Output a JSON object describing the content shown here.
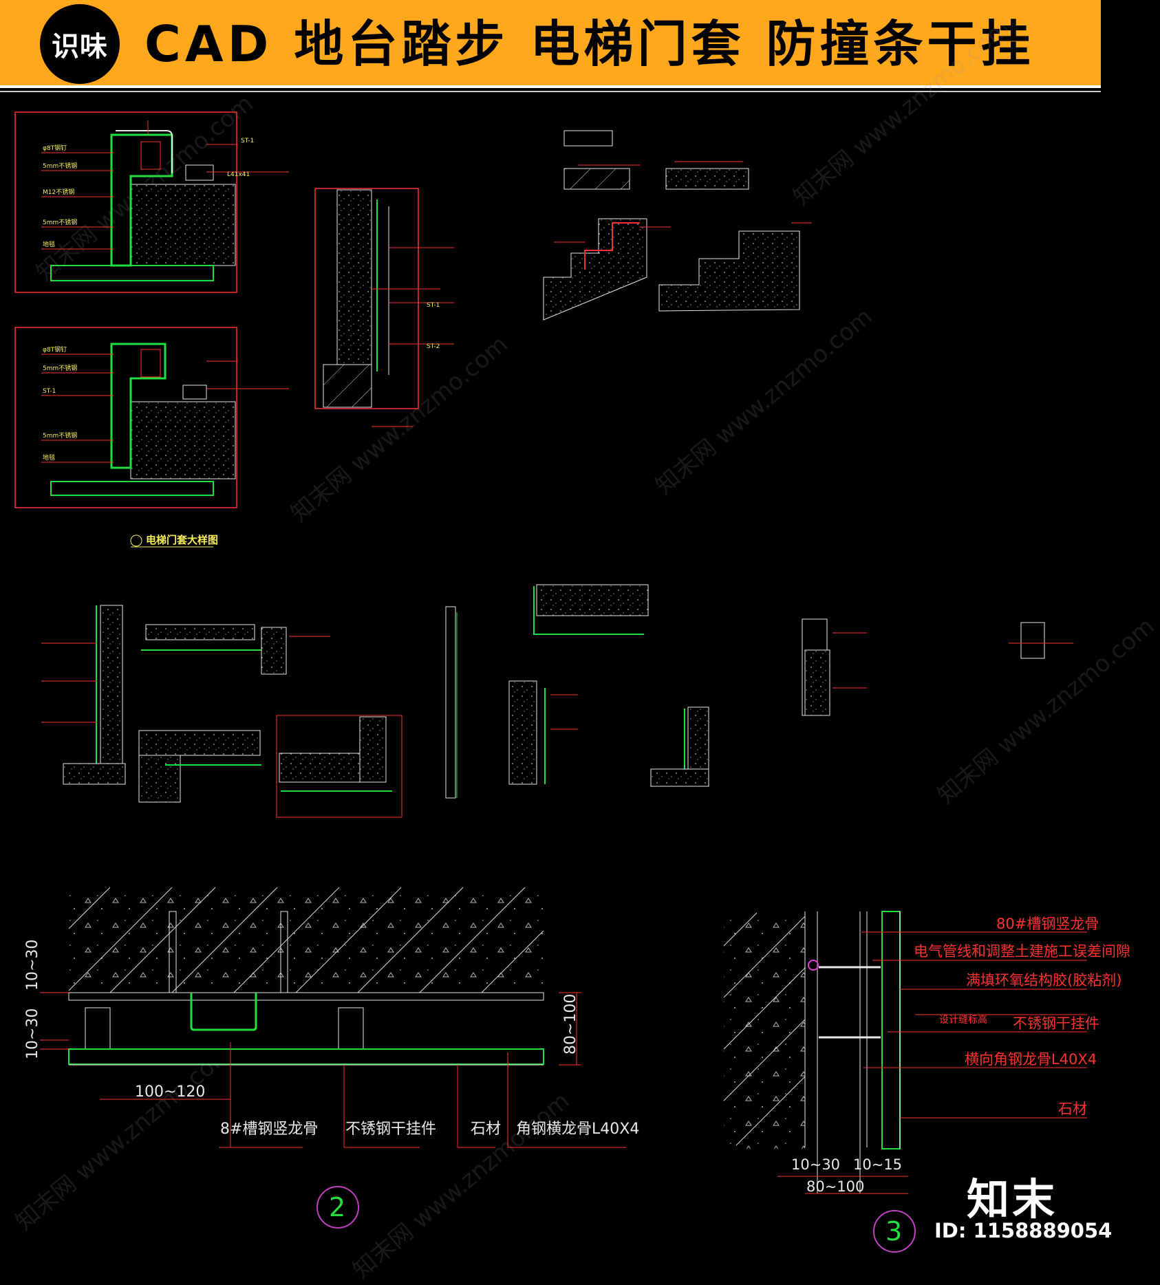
{
  "banner": {
    "logo_text": "识味",
    "title": "CAD 地台踏步 电梯门套 防撞条干挂",
    "background": "#ffa81c"
  },
  "detail_titles": {
    "elevator_door": "电梯门套大样图"
  },
  "drawing_2": {
    "dims": [
      "10~30",
      "10~30",
      "100~120",
      "80~100"
    ],
    "labels": [
      "8#槽钢竖龙骨",
      "不锈钢干挂件",
      "石材",
      "角钢横龙骨L40X4"
    ],
    "callout": "2"
  },
  "drawing_3": {
    "labels": [
      "80#槽钢竖龙骨",
      "电气管线和调整土建施工误差间隙",
      "满填环氧结构胶(胶粘剂)",
      "设计缝标高",
      "不锈钢干挂件",
      "横向角钢龙骨L40X4",
      "石材"
    ],
    "dims": [
      "10~30",
      "10~15",
      "80~100"
    ],
    "callout": "3"
  },
  "watermark": "知末网 www.znzmo.com",
  "brand": "知末",
  "id_text": "ID: 1158889054",
  "colors": {
    "cad_yellow": "#f6ef5a",
    "cad_red": "#ff3030",
    "cad_green": "#20e040",
    "cad_white": "#e8e8e8"
  }
}
